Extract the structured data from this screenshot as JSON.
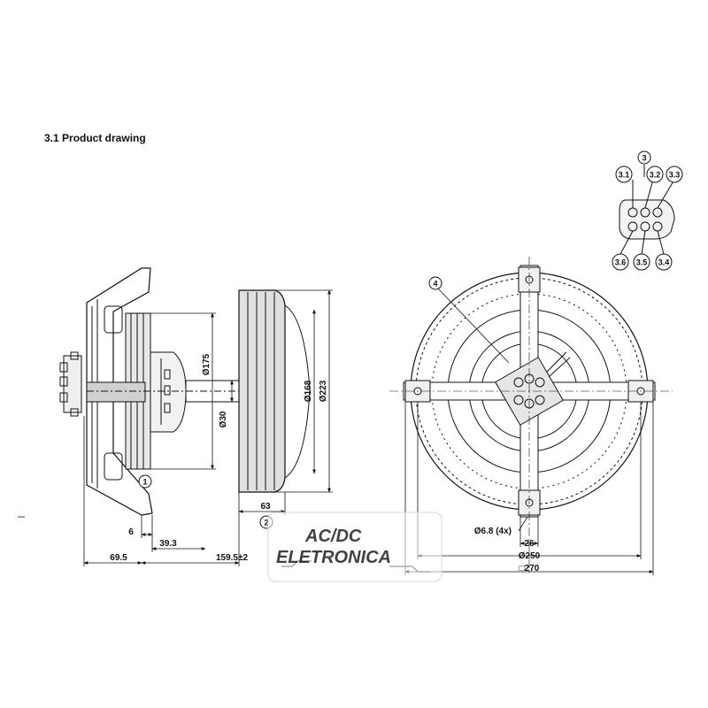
{
  "title": "3.1 Product drawing",
  "callouts": {
    "c1": "1",
    "c2": "2",
    "c3": "3",
    "c31": "3.1",
    "c32": "3.2",
    "c33": "3.3",
    "c34": "3.4",
    "c35": "3.5",
    "c36": "3.6",
    "c4": "4"
  },
  "dimensions": {
    "d175": "Ø175",
    "d30": "Ø30",
    "d168": "Ø168",
    "d223": "Ø223",
    "d63": "63",
    "d6": "6",
    "d39_3": "39.3",
    "d69_5": "69.5",
    "d159_5": "159.5±2",
    "d6_8": "Ø6.8 (4x)",
    "d26": "26",
    "d250": "Ø250",
    "d270": "□270"
  },
  "watermark": {
    "line1": "AC/DC",
    "line2": "ELETRONICA"
  },
  "colors": {
    "line": "#111111",
    "watermark_green": "#6fae3a",
    "watermark_grey": "#9a9a9a"
  }
}
